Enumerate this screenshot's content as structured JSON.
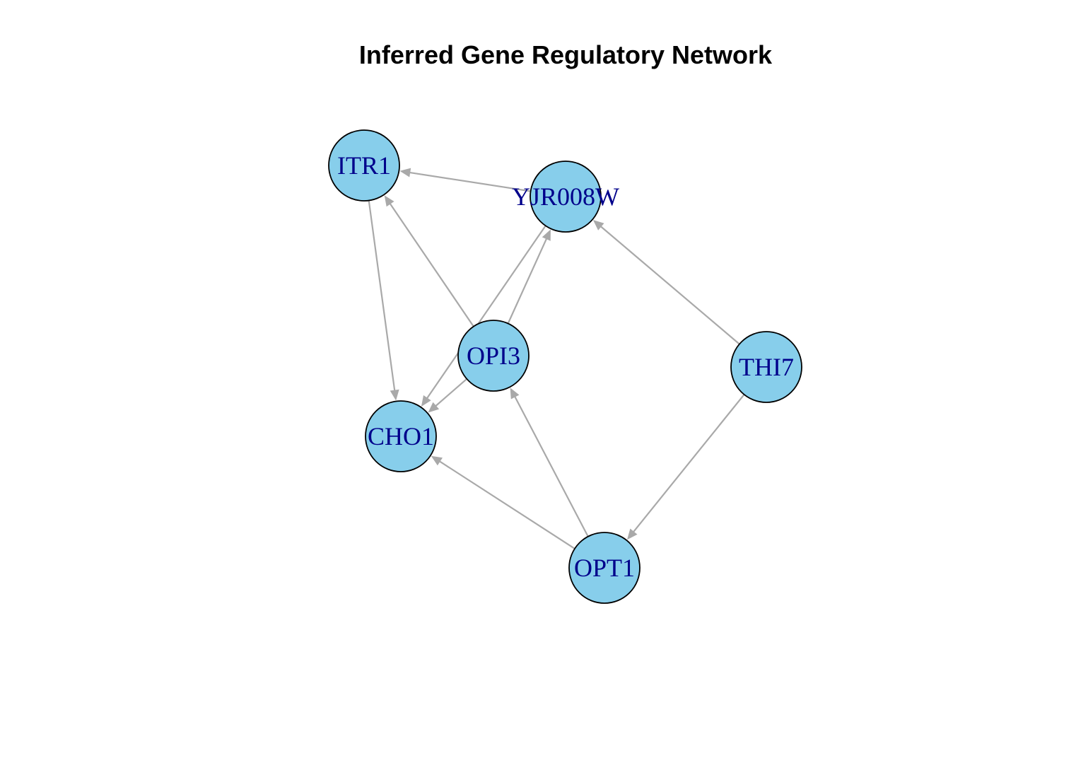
{
  "title": "Inferred Gene Regulatory Network",
  "colors": {
    "node_fill": "#87CEEB",
    "node_stroke": "#000000",
    "label": "#00008B",
    "edge": "#A9A9A9",
    "background": "#FFFFFF"
  },
  "nodes": [
    {
      "id": "ITR1",
      "label": "ITR1"
    },
    {
      "id": "YJR008W",
      "label": "YJR008W"
    },
    {
      "id": "OPI3",
      "label": "OPI3"
    },
    {
      "id": "THI7",
      "label": "THI7"
    },
    {
      "id": "CHO1",
      "label": "CHO1"
    },
    {
      "id": "OPT1",
      "label": "OPT1"
    }
  ],
  "edges": [
    {
      "from": "YJR008W",
      "to": "ITR1"
    },
    {
      "from": "ITR1",
      "to": "CHO1"
    },
    {
      "from": "OPI3",
      "to": "ITR1"
    },
    {
      "from": "YJR008W",
      "to": "CHO1"
    },
    {
      "from": "OPI3",
      "to": "YJR008W"
    },
    {
      "from": "OPI3",
      "to": "CHO1"
    },
    {
      "from": "THI7",
      "to": "YJR008W"
    },
    {
      "from": "THI7",
      "to": "OPT1"
    },
    {
      "from": "OPT1",
      "to": "OPI3"
    },
    {
      "from": "OPT1",
      "to": "CHO1"
    }
  ]
}
